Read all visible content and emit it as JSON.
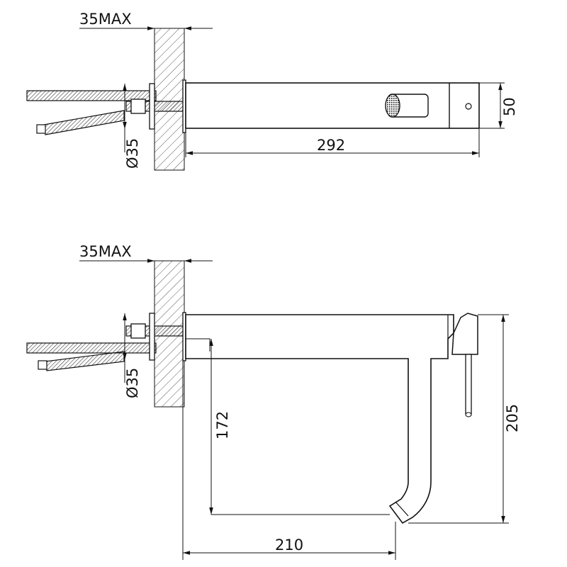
{
  "colors": {
    "line": "#111111",
    "background": "#ffffff"
  },
  "top_view": {
    "wall_label": "35MAX",
    "length_label": "292",
    "height_label": "50",
    "diameter_label": "Ø35"
  },
  "side_view": {
    "wall_label": "35MAX",
    "projection_label": "210",
    "spout_drop_label": "172",
    "total_height_label": "205",
    "diameter_label": "Ø35"
  }
}
